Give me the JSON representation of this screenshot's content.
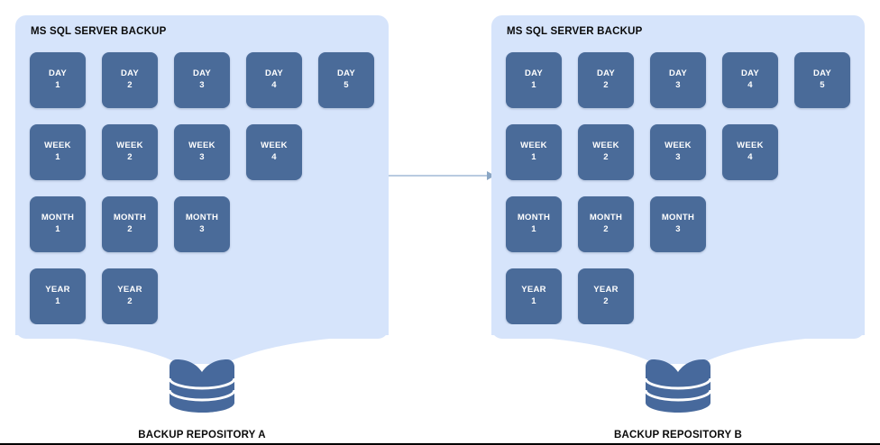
{
  "diagram": {
    "type": "backup-replication-diagram",
    "colors": {
      "panel_background": "#d6e4fb",
      "tile": "#4a6b99",
      "tile_text": "#ffffff",
      "cylinder": "#47699c",
      "arrow": "#b9cbe0",
      "label_text": "#0a0a0a"
    },
    "groups": [
      {
        "id": "repository-a",
        "panel_title": "MS SQL SERVER BACKUP",
        "repo_label": "BACKUP REPOSITORY A",
        "rows": [
          {
            "unit": "DAY",
            "items": [
              "1",
              "2",
              "3",
              "4",
              "5"
            ]
          },
          {
            "unit": "WEEK",
            "items": [
              "1",
              "2",
              "3",
              "4"
            ]
          },
          {
            "unit": "MONTH",
            "items": [
              "1",
              "2",
              "3"
            ]
          },
          {
            "unit": "YEAR",
            "items": [
              "1",
              "2"
            ]
          }
        ]
      },
      {
        "id": "repository-b",
        "panel_title": "MS SQL SERVER BACKUP",
        "repo_label": "BACKUP REPOSITORY B",
        "rows": [
          {
            "unit": "DAY",
            "items": [
              "1",
              "2",
              "3",
              "4",
              "5"
            ]
          },
          {
            "unit": "WEEK",
            "items": [
              "1",
              "2",
              "3",
              "4"
            ]
          },
          {
            "unit": "MONTH",
            "items": [
              "1",
              "2",
              "3"
            ]
          },
          {
            "unit": "YEAR",
            "items": [
              "1",
              "2"
            ]
          }
        ]
      }
    ],
    "connector": {
      "name": "replication-arrow",
      "direction": "left-to-right"
    }
  }
}
